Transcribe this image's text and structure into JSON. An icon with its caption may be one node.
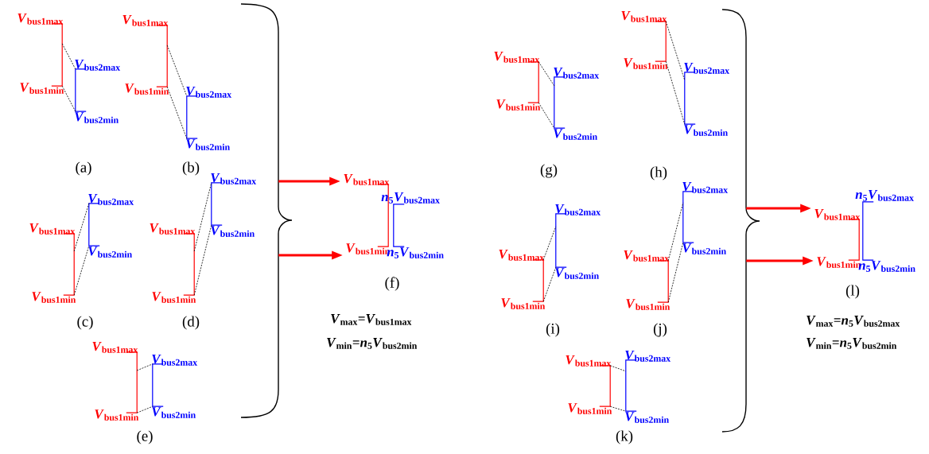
{
  "diagram": {
    "nodes": [
      {
        "text": [
          "*V*$_{bus1max}$",
          "*V*$_{bus1min}$"
        ]
      },
      {
        "text": [
          "*V*$_{bus2max}$",
          "*V*$_{bus2min}$"
        ]
      },
      {
        "text": [
          "*V*$_{bus1max}$",
          "*V*$_{bus1min}$"
        ]
      },
      {
        "text": [
          "*V*$_{bus2max}$",
          "*V*$_{bus2min}$"
        ]
      },
      {
        "text": [
          "*V*$_{bus1max}$",
          "*V*$_{bus1min}$"
        ]
      },
      {
        "text": [
          "*V*$_{bus2max}$",
          "*V*$_{bus2min}$"
        ]
      },
      {
        "text": [
          "*V*$_{bus1max}$",
          "*V*$_{bus1min}$"
        ]
      },
      {
        "text": [
          "*V*$_{bus2max}$",
          "*V*$_{bus2min}$"
        ]
      },
      {
        "text": [
          "*V*$_{bus1max}$",
          "*V*$_{bus1min}$"
        ]
      },
      {
        "text": [
          "*V*$_{bus2max}$",
          "*V*$_{bus2min}$"
        ]
      },
      {
        "text": [
          "*V*$_{bus1max}$",
          "*V*$_{bus1min}$"
        ]
      },
      {
        "text": [
          "*n*$_{5}$*V*$_{bus2max}$",
          "*n*$_{5}$*V*$_{bus2min}$"
        ]
      },
      {
        "text": [
          "*V*$_{bus1max}$",
          "*V*$_{bus1min}$"
        ]
      },
      {
        "text": [
          "*V*$_{bus2max}$",
          "*V*$_{bus2min}$"
        ]
      },
      {
        "text": [
          "*V*$_{bus1max}$",
          "*V*$_{bus1min}$"
        ]
      },
      {
        "text": [
          "*V*$_{bus2max}$",
          "*V*$_{bus2min}$"
        ]
      },
      {
        "text": [
          "*V*$_{bus1max}$",
          "*V*$_{bus1min}$"
        ]
      },
      {
        "text": [
          "*V*$_{bus2max}$",
          "*V*$_{bus2min}$"
        ]
      },
      {
        "text": [
          "*V*$_{bus1max}$",
          "*V*$_{bus1min}$"
        ]
      },
      {
        "text": [
          "*V*$_{bus2max}$",
          "*V*$_{bus2min}$"
        ]
      },
      {
        "text": [
          "*V*$_{bus1max}$",
          "*V*$_{bus1min}$"
        ]
      },
      {
        "text": [
          "*V*$_{bus2max}$",
          "*V*$_{bus2min}$"
        ]
      },
      {
        "text": [
          "*V*$_{bus1max}$",
          "*V*$_{bus1min}$"
        ]
      },
      {
        "text": [
          "*n*$_{5}$*V*$_{bus2max}$",
          "*n*$_{5}$*V*$_{bus2min}$"
        ]
      },
      {
        "text": [],
        "shape": "brace"
      },
      {
        "text": [],
        "shape": "brace"
      }
    ],
    "edges": [
      {
        "from": 0,
        "to": 1,
        "arrow": "none",
        "style": "dashed"
      },
      {
        "from": 0,
        "to": 1,
        "arrow": "none",
        "style": "dashed"
      },
      {
        "from": 2,
        "to": 3,
        "arrow": "none",
        "style": "dashed"
      },
      {
        "from": 2,
        "to": 3,
        "arrow": "none",
        "style": "dashed"
      },
      {
        "from": 4,
        "to": 5,
        "arrow": "none",
        "style": "dashed"
      },
      {
        "from": 4,
        "to": 5,
        "arrow": "none",
        "style": "dashed"
      },
      {
        "from": 6,
        "to": 7,
        "arrow": "none",
        "style": "dashed"
      },
      {
        "from": 6,
        "to": 7,
        "arrow": "none",
        "style": "dashed"
      },
      {
        "from": 8,
        "to": 9,
        "arrow": "none",
        "style": "dashed"
      },
      {
        "from": 8,
        "to": 9,
        "arrow": "none",
        "style": "dashed"
      },
      {
        "from": 12,
        "to": 13,
        "arrow": "none",
        "style": "dashed"
      },
      {
        "from": 12,
        "to": 13,
        "arrow": "none",
        "style": "dashed"
      },
      {
        "from": 14,
        "to": 15,
        "arrow": "none",
        "style": "dashed"
      },
      {
        "from": 14,
        "to": 15,
        "arrow": "none",
        "style": "dashed"
      },
      {
        "from": 16,
        "to": 17,
        "arrow": "none",
        "style": "dashed"
      },
      {
        "from": 16,
        "to": 17,
        "arrow": "none",
        "style": "dashed"
      },
      {
        "from": 18,
        "to": 19,
        "arrow": "none",
        "style": "dashed"
      },
      {
        "from": 18,
        "to": 19,
        "arrow": "none",
        "style": "dashed"
      },
      {
        "from": 20,
        "to": 21,
        "arrow": "none",
        "style": "dashed"
      },
      {
        "from": 20,
        "to": 21,
        "arrow": "none",
        "style": "dashed"
      },
      {
        "from": 24,
        "to": 10,
        "arrow": "to",
        "style": "thick",
        "color": "#ff0000"
      },
      {
        "from": 24,
        "to": 10,
        "arrow": "to",
        "style": "thick",
        "color": "#ff0000"
      },
      {
        "from": 25,
        "to": 22,
        "arrow": "to",
        "style": "thick",
        "color": "#ff0000"
      },
      {
        "from": 25,
        "to": 22,
        "arrow": "to",
        "style": "thick",
        "color": "#ff0000"
      }
    ],
    "labels": [
      "(a)",
      "(b)",
      "(c)",
      "(d)",
      "(e)",
      "(f)",
      "*V*$_{max}$=*V*$_{bus1max}$",
      "*V*$_{min}$=*n*$_{5}$*V*$_{bus2min}$",
      "(g)",
      "(h)",
      "(i)",
      "(j)",
      "(k)",
      "(l)",
      "*V*$_{max}$=*n*$_{5}$*V*$_{bus2max}$",
      "*V*$_{min}$=*n*$_{5}$*V*$_{bus2min}$"
    ]
  }
}
